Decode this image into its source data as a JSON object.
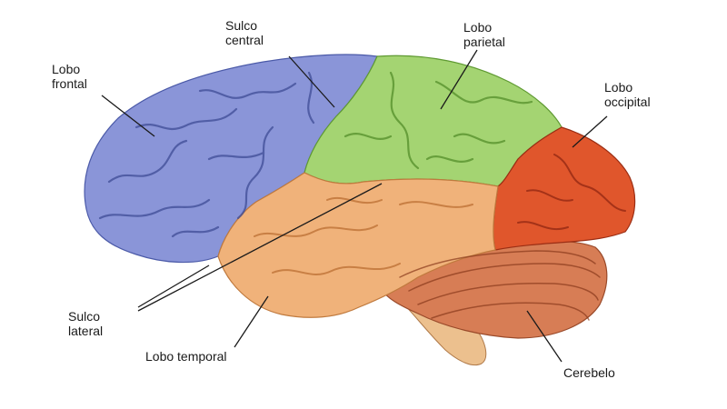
{
  "labels": {
    "sulco_central": [
      "Sulco",
      "central"
    ],
    "lobo_parietal": [
      "Lobo",
      "parietal"
    ],
    "lobo_frontal": [
      "Lobo",
      "frontal"
    ],
    "lobo_occipital": [
      "Lobo",
      "occipital"
    ],
    "sulco_lateral": [
      "Sulco",
      "lateral"
    ],
    "lobo_temporal": "Lobo temporal",
    "cerebelo": "Cerebelo"
  },
  "colors": {
    "frontal": "#8a95d8",
    "parietal": "#a4d472",
    "occipital": "#e0562c",
    "temporal": "#f0b27a",
    "cerebellum": "#d77d55",
    "brainstem": "#ecc08e"
  }
}
